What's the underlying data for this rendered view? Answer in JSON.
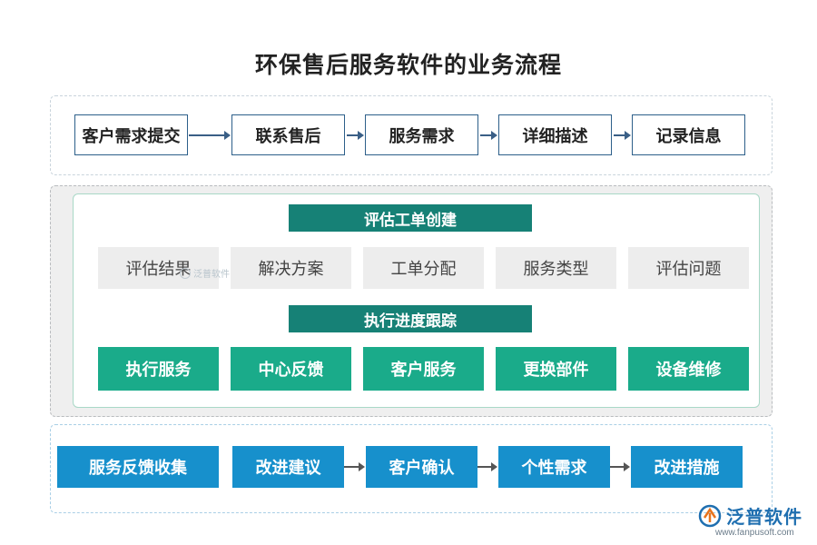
{
  "title": "环保售后服务软件的业务流程",
  "row1": [
    "客户需求提交",
    "联系售后",
    "服务需求",
    "详细描述",
    "记录信息"
  ],
  "section2": {
    "header1": "评估工单创建",
    "row_gray": [
      "评估结果",
      "解决方案",
      "工单分配",
      "服务类型",
      "评估问题"
    ],
    "header2": "执行进度跟踪",
    "row_green": [
      "执行服务",
      "中心反馈",
      "客户服务",
      "更换部件",
      "设备维修"
    ]
  },
  "row3": [
    "服务反馈收集",
    "改进建议",
    "客户确认",
    "个性需求",
    "改进措施"
  ],
  "watermark": {
    "small_text": "泛普软件",
    "brand": "泛普软件",
    "url": "www.fanpusoft.com"
  },
  "colors": {
    "teal": "#168176",
    "green": "#1aab8a",
    "blue": "#1790cc",
    "outline": "#2d5f8a"
  }
}
